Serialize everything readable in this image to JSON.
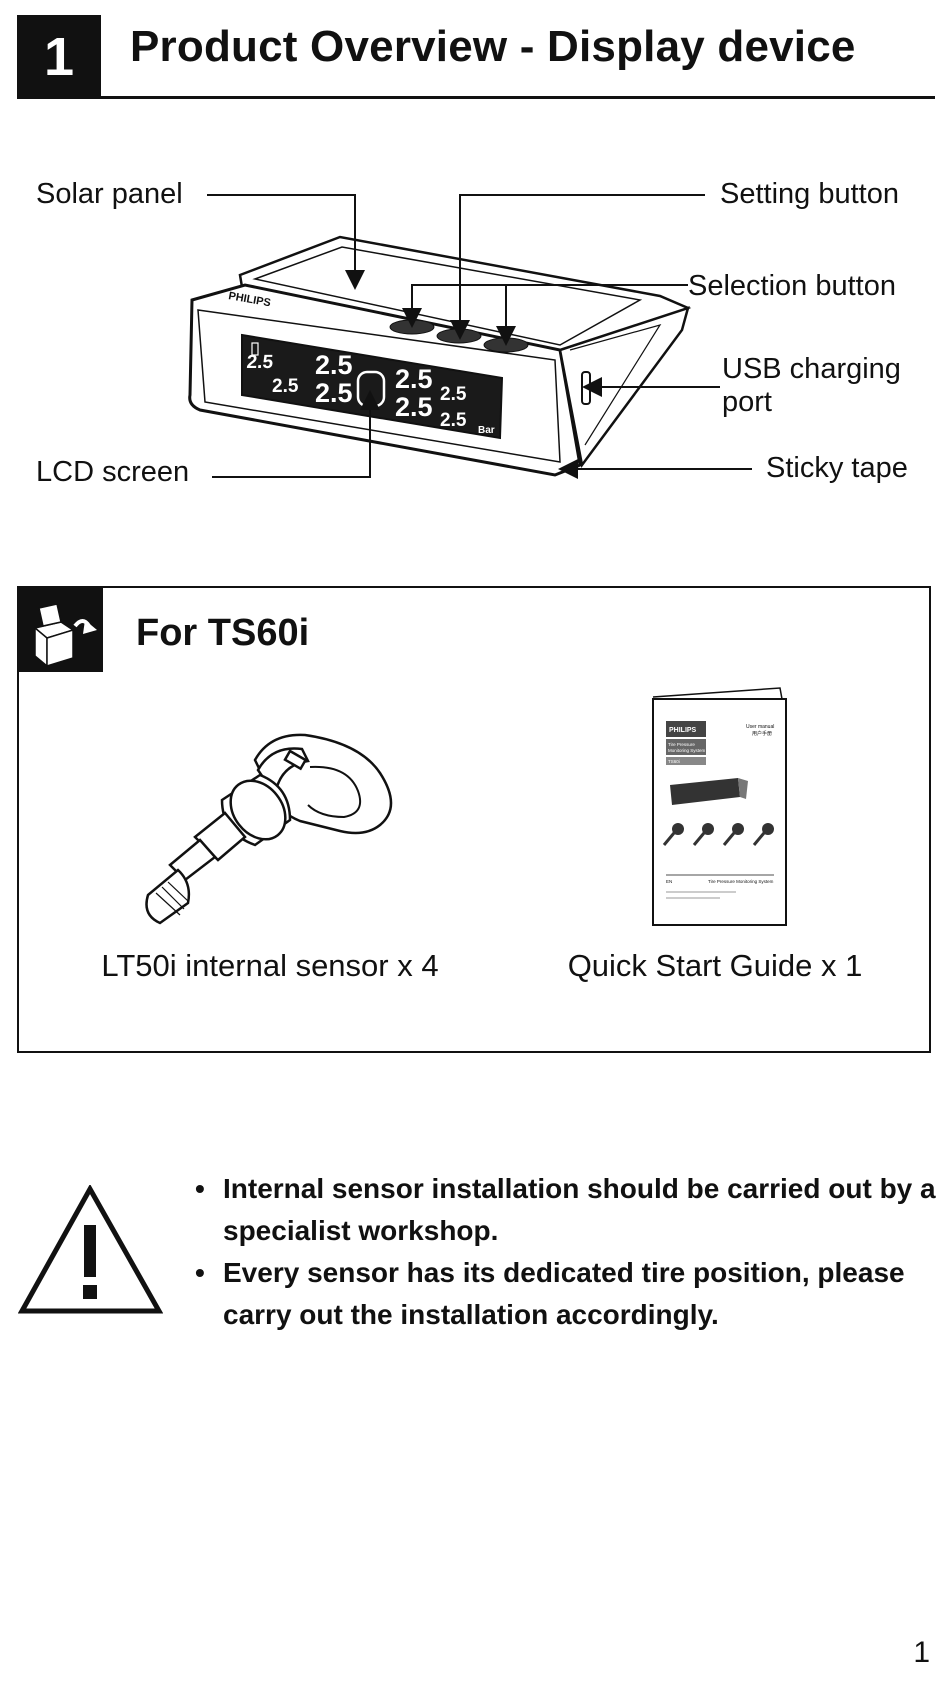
{
  "header": {
    "section_number": "1",
    "title": "Product Overview - Display device"
  },
  "device_diagram": {
    "callouts": {
      "solar_panel": "Solar panel",
      "setting_button": "Setting button",
      "selection_button": "Selection button",
      "usb_port_line1": "USB charging",
      "usb_port_line2": "port",
      "lcd_screen": "LCD screen",
      "sticky_tape": "Sticky tape"
    },
    "brand_on_device": "PHILIPS",
    "lcd_readings": {
      "front_left_small": "2.5",
      "front_left_large": "2.5",
      "front_right_large": "2.5",
      "front_right_small": "2.5",
      "rear_left_small": "2.5",
      "rear_left_large": "2.5",
      "rear_right_large": "2.5",
      "rear_right_small": "2.5",
      "unit": "Bar"
    }
  },
  "package": {
    "title": "For TS60i",
    "items": [
      {
        "caption": "LT50i internal sensor x 4"
      },
      {
        "caption": "Quick Start Guide x 1"
      }
    ],
    "guide_cover": {
      "brand": "PHILIPS",
      "header_right_1": "User manual",
      "header_right_2": "用户手册",
      "badge_1": "Tire Pressure",
      "badge_2": "Monitoring System",
      "model": "TS60i",
      "footer_lang": "EN",
      "footer_title": "Tire Pressure Monitoring System"
    }
  },
  "warning": {
    "bullet_symbol": "•",
    "bullets": [
      "Internal sensor installation should be carried out by a specialist workshop.",
      "Every sensor has its dedicated tire position, please carry out the installation accordingly."
    ]
  },
  "page": {
    "number": "1"
  }
}
